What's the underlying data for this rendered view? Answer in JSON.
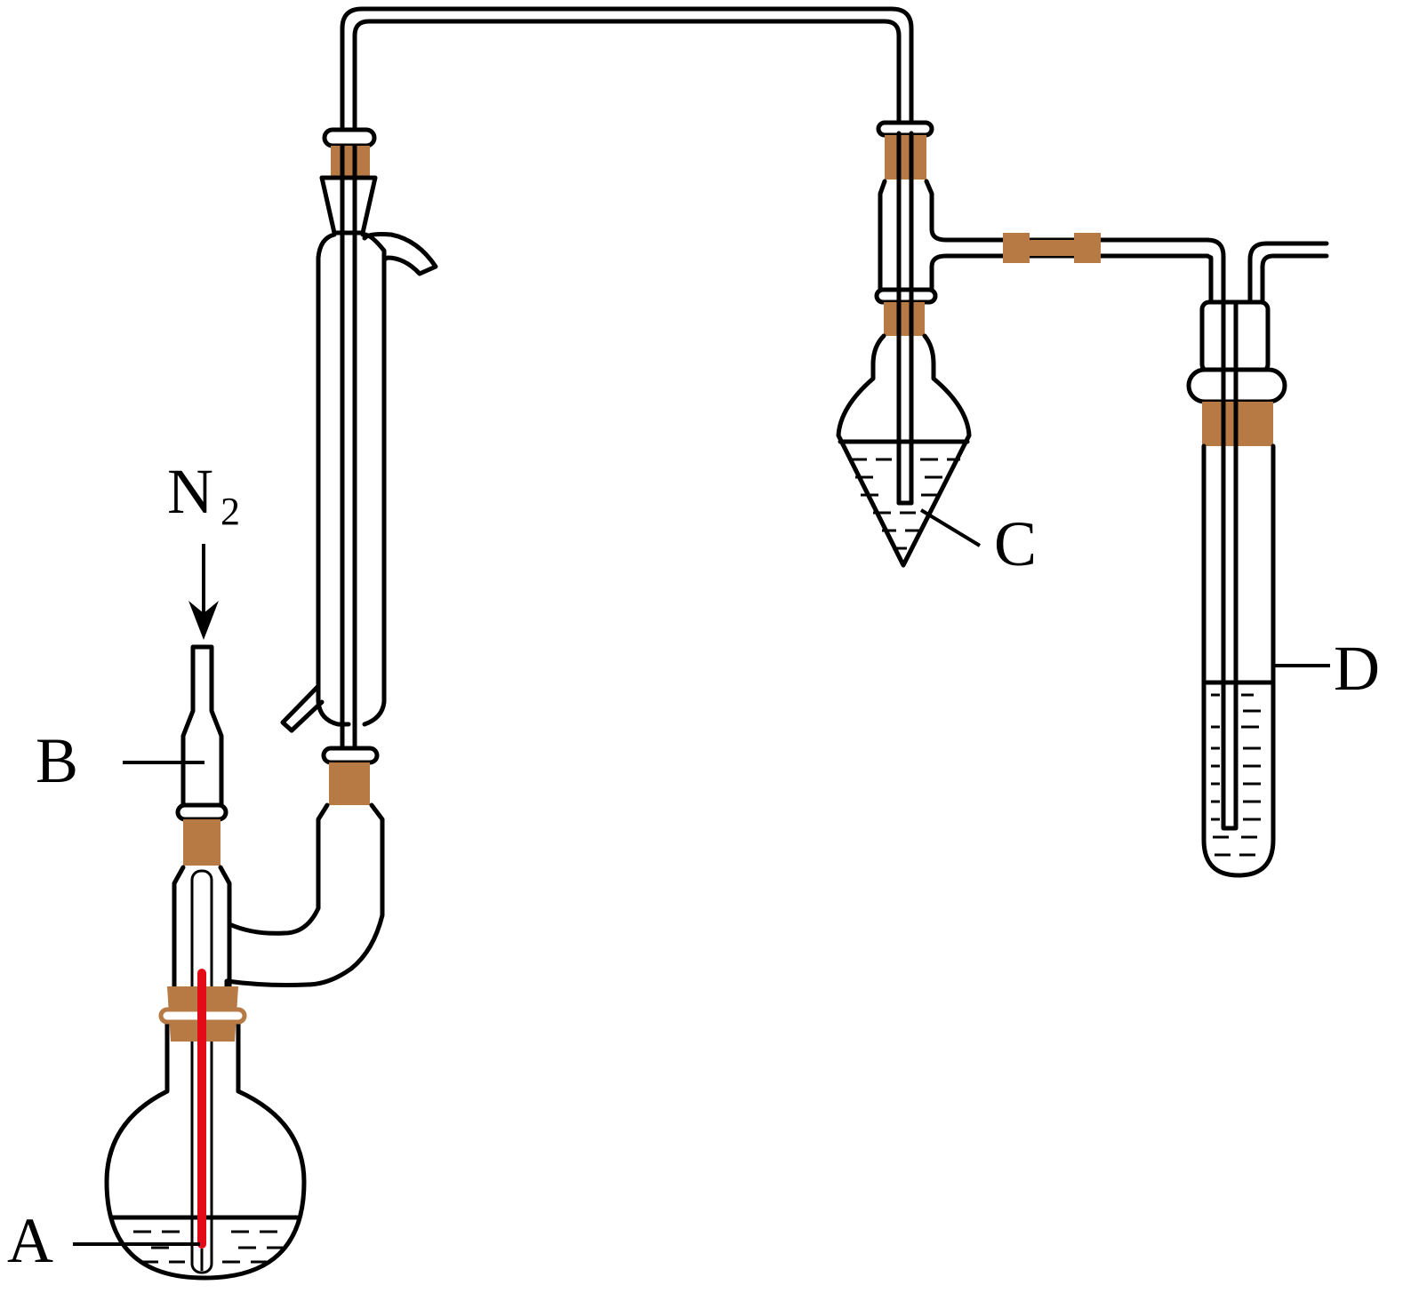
{
  "labels": {
    "a": "A",
    "b": "B",
    "c": "C",
    "d": "D",
    "gas": "N",
    "gas_subscript": "2"
  },
  "colors": {
    "stopper": "#b87a44",
    "thermometer": "#e30b17",
    "line": "#000000"
  }
}
